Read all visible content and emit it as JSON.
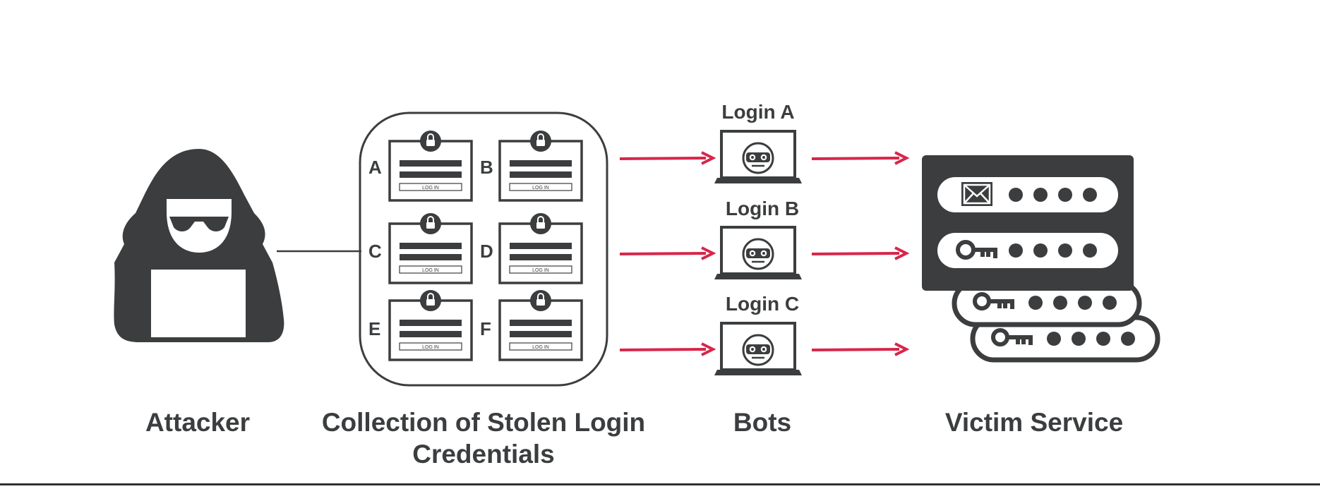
{
  "labels": {
    "attacker": "Attacker",
    "collection": [
      "Collection of Stolen Login",
      "Credentials"
    ],
    "bots": "Bots",
    "victim": "Victim Service"
  },
  "bots": [
    {
      "label": "Login A"
    },
    {
      "label": "Login B"
    },
    {
      "label": "Login C"
    }
  ],
  "credentials": [
    {
      "letter": "A",
      "button": "LOG IN"
    },
    {
      "letter": "B",
      "button": "LOG IN"
    },
    {
      "letter": "C",
      "button": "LOG IN"
    },
    {
      "letter": "D",
      "button": "LOG IN"
    },
    {
      "letter": "E",
      "button": "LOG IN"
    },
    {
      "letter": "F",
      "button": "LOG IN"
    }
  ],
  "colors": {
    "dark": "#3b3d3e",
    "arrow": "#d7264a",
    "white": "#ffffff"
  }
}
